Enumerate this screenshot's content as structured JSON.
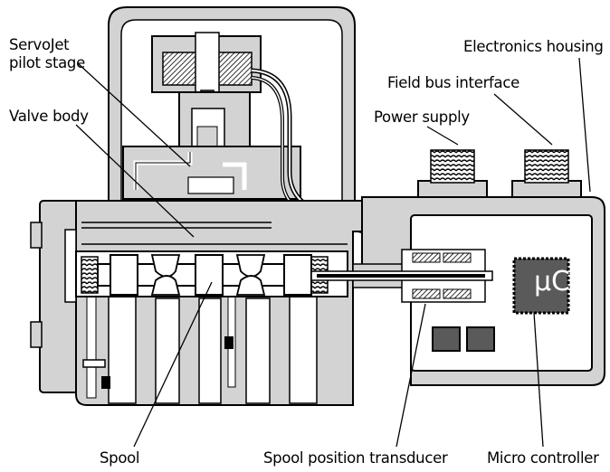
{
  "labels": {
    "servojet_line1": "ServoJet",
    "servojet_line2": "pilot stage",
    "valve_body": "Valve body",
    "electronics_housing": "Electronics housing",
    "field_bus_interface": "Field bus interface",
    "power_supply": "Power supply",
    "spool": "Spool",
    "spool_position_transducer": "Spool position transducer",
    "micro_controller": "Micro controller",
    "chip_text": "µC"
  },
  "colors": {
    "body_fill": "#d3d3d3",
    "dark_fill": "#5a5a5a",
    "outline": "#000000",
    "channel": "#ffffff"
  }
}
